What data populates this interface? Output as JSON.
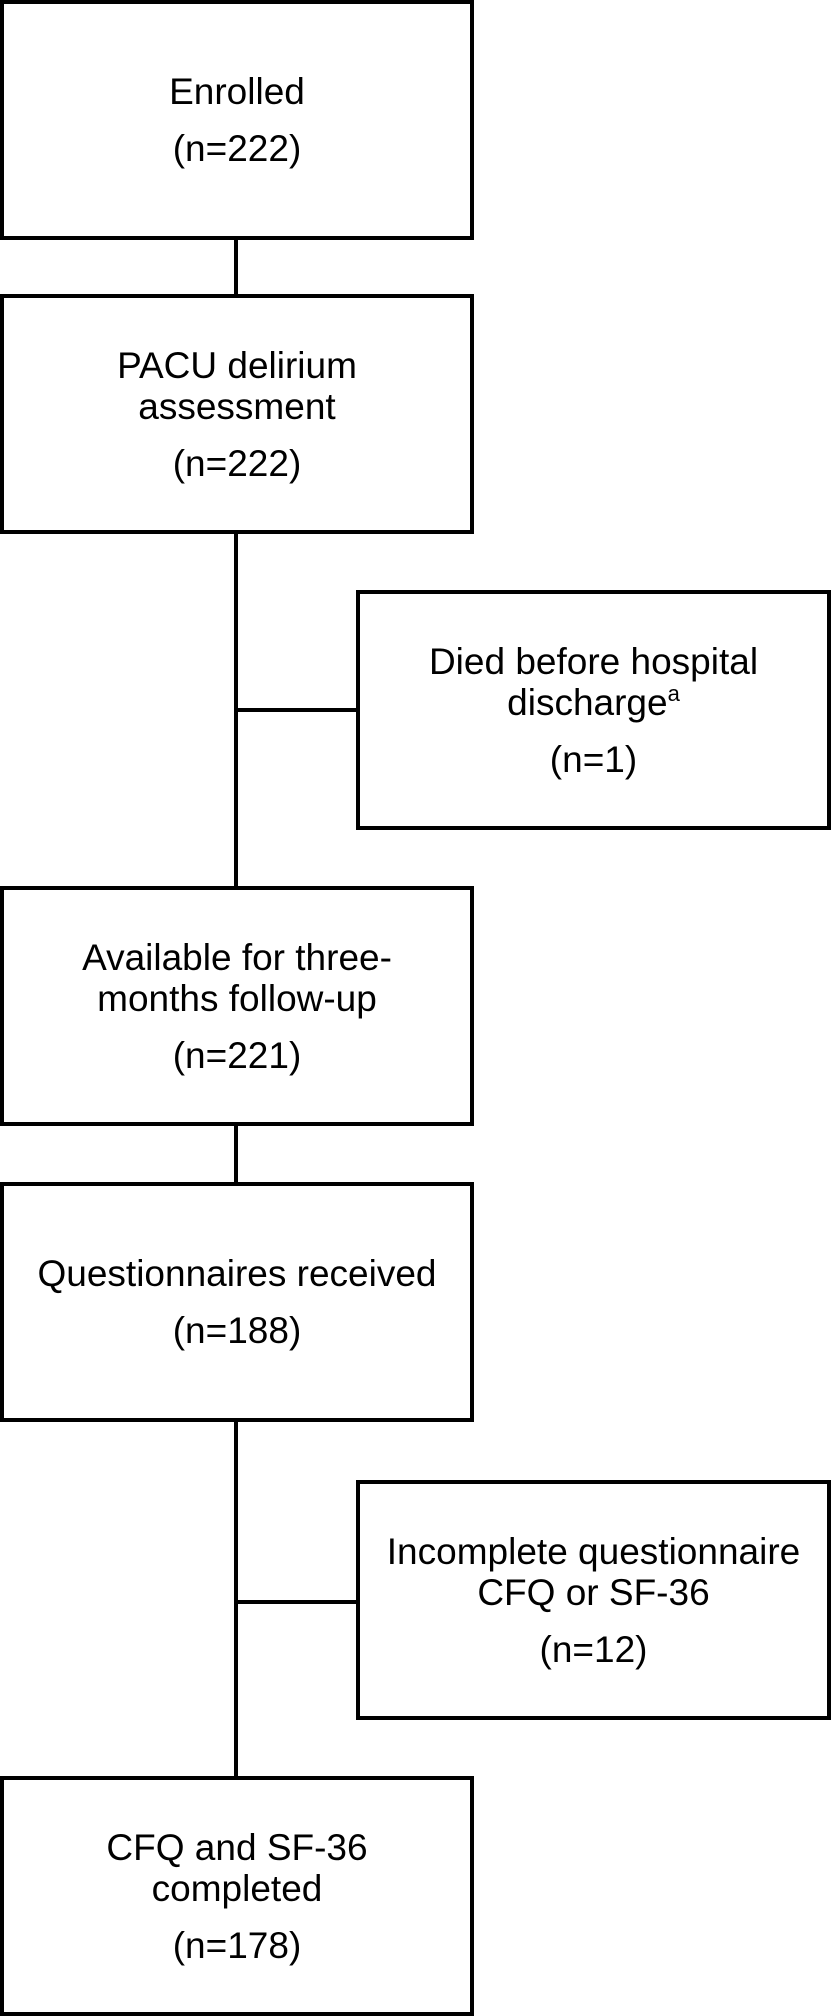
{
  "flowchart": {
    "enrolled": {
      "label": "Enrolled",
      "count": "(n=222)"
    },
    "pacu": {
      "label_line1": "PACU delirium",
      "label_line2": "assessment",
      "count": "(n=222)"
    },
    "died": {
      "label_line1": "Died before hospital",
      "label_line2": "discharge",
      "footnote_mark": "a",
      "count": "(n=1)"
    },
    "available": {
      "label_line1": "Available for three-",
      "label_line2": "months follow-up",
      "count": "(n=221)"
    },
    "questionnaires": {
      "label": "Questionnaires received",
      "count": "(n=188)"
    },
    "incomplete": {
      "label_line1": "Incomplete questionnaire",
      "label_line2": "CFQ or SF-36",
      "count": "(n=12)"
    },
    "completed": {
      "label_line1": "CFQ and SF-36",
      "label_line2": "completed",
      "count": "(n=178)"
    }
  }
}
